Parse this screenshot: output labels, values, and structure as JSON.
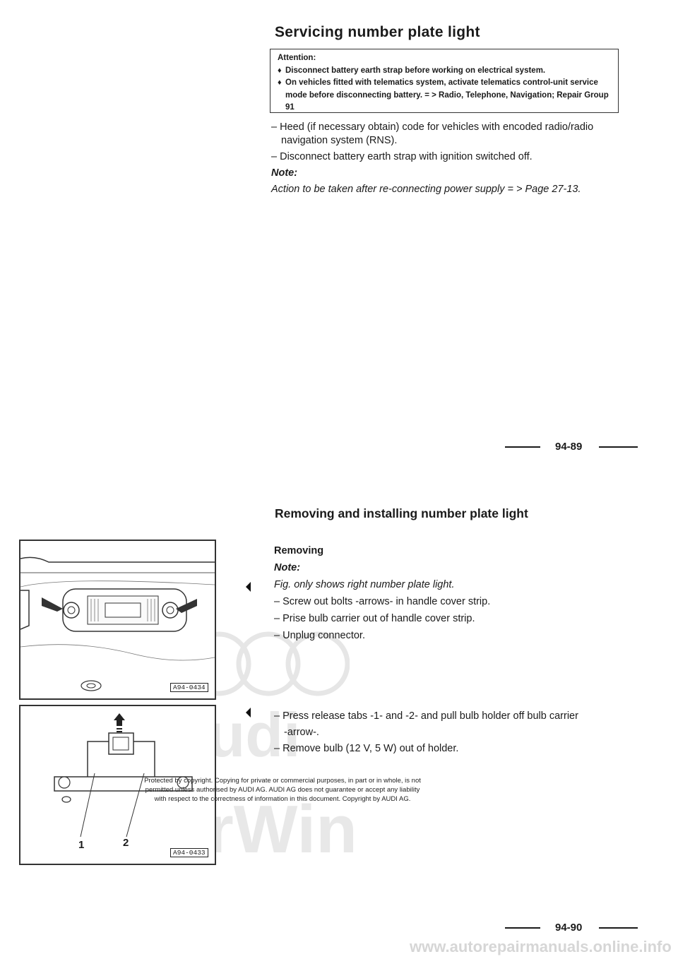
{
  "section1": {
    "title": "Servicing number plate light",
    "attention": {
      "heading": "Attention:",
      "bullets": [
        "Disconnect battery earth strap before working on electrical system.",
        "On vehicles fitted with telematics system, activate telematics control-unit service mode before disconnecting battery. = > Radio, Telephone, Navigation; Repair Group 91"
      ]
    },
    "steps": [
      "– Heed (if necessary obtain) code for vehicles with encoded radio/radio navigation system (RNS).",
      "– Disconnect battery earth strap with ignition switched off."
    ],
    "note_label": "Note:",
    "note_text": "Action to be taken after re-connecting power supply = > Page 27-13.",
    "page_number": "94-89"
  },
  "section2": {
    "title": "Removing and installing number plate light",
    "subheading": "Removing",
    "note_label": "Note:",
    "note_text": "Fig. only shows right number plate light.",
    "steps_a": [
      "– Screw out bolts -arrows- in handle cover strip.",
      "– Prise bulb carrier out of handle cover strip.",
      "– Unplug connector."
    ],
    "steps_b": [
      "– Press release tabs -1- and -2- and pull bulb holder off bulb carrier",
      "-arrow-.",
      "– Remove bulb (12 V, 5 W) out of holder."
    ],
    "figure1_code": "A94-0434",
    "figure2_code": "A94-0433",
    "figure2_labels": [
      "1",
      "2"
    ],
    "page_number": "94-90"
  },
  "copyright": [
    "Protected by copyright. Copying for private or commercial purposes, in part or in whole, is not",
    "permitted unless authorised by AUDI AG. AUDI AG does not guarantee or accept any liability",
    "with respect to the correctness of information in this document. Copyright by AUDI AG."
  ],
  "watermark": {
    "brand": "Audi",
    "product": "erWin",
    "site": "www.autorepairmanuals.online.info"
  }
}
